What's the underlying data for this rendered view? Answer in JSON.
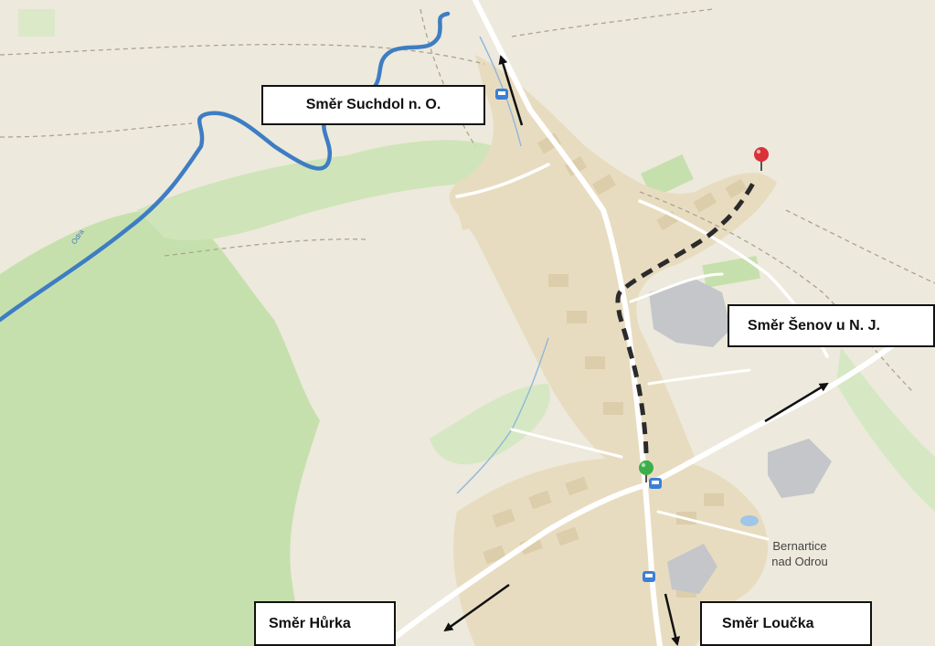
{
  "labels": {
    "suchdol": "Směr  Suchdol  n. O.",
    "senov": "Směr  Šenov u N. J.",
    "hurka": "Směr Hůrka",
    "loucka": "Směr  Loučka"
  },
  "town": {
    "line1": "Bernartice",
    "line2": "nad Odrou"
  },
  "river": {
    "name": "Odra"
  },
  "colors": {
    "land": "#ede9dc",
    "forest": "#c6e0ad",
    "meadow": "#d5e8c3",
    "built": "#e8dcc0",
    "buildings": "#dccdab",
    "industrial": "#c4c6ca",
    "river": "#3d7dc4",
    "road": "#ffffff",
    "route": "#2b2b2b",
    "start_marker": "#3bb04a",
    "end_marker": "#d9303a",
    "arrow": "#111111"
  }
}
